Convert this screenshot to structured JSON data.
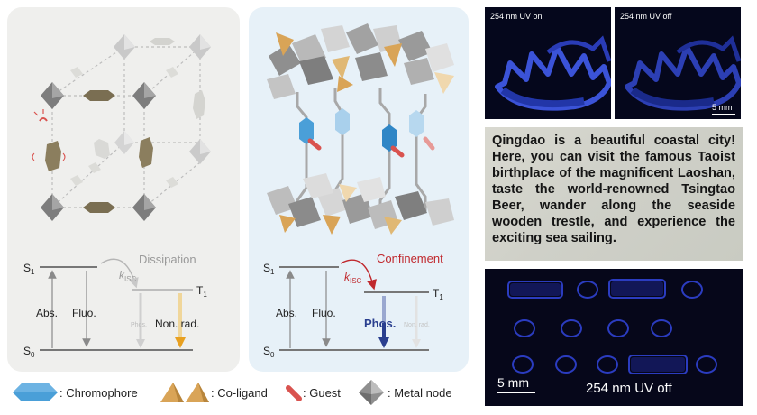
{
  "left_panel": {
    "process_label": "Dissipation",
    "k_isc": "k",
    "k_isc_sub": "ISC",
    "s1": "S",
    "s1_sub": "1",
    "s0": "S",
    "s0_sub": "0",
    "t1": "T",
    "t1_sub": "1",
    "abs": "Abs.",
    "fluo": "Fluo.",
    "phos": "Phos.",
    "nonrad": "Non. rad."
  },
  "middle_panel": {
    "process_label": "Confinement",
    "k_isc": "k",
    "k_isc_sub": "ISC",
    "s1": "S",
    "s1_sub": "1",
    "s0": "S",
    "s0_sub": "0",
    "t1": "T",
    "t1_sub": "1",
    "abs": "Abs.",
    "fluo": "Fluo.",
    "phos": "Phos.",
    "nonrad": "Non. rad."
  },
  "legend": {
    "chromophore": ": Chromophore",
    "coligand": ": Co-ligand",
    "guest": ": Guest",
    "metal_node": ": Metal node"
  },
  "photos": {
    "uv_on": "254 nm UV on",
    "uv_off": "254 nm UV off",
    "scale_top": "5 mm",
    "bottom_caption": "254 nm UV off",
    "scale_bottom": "5 mm"
  },
  "text_card": {
    "body": "Qingdao is a beautiful coastal city! Here, you can visit the famous Taoist birthplace of the magnificent Laoshan, taste the world-renowned Tsingtao Beer, wander along the seaside wooden trestle, and experience the exciting sea sailing."
  },
  "colors": {
    "chromophore": "#4a9fd8",
    "coligand": "#d9a457",
    "guest": "#d9534f",
    "metal_node": "#9a9a9a",
    "confinement": "#c0282d",
    "phos_arrow": "#2a3f8f",
    "nonrad_arrow": "#e8a020"
  }
}
